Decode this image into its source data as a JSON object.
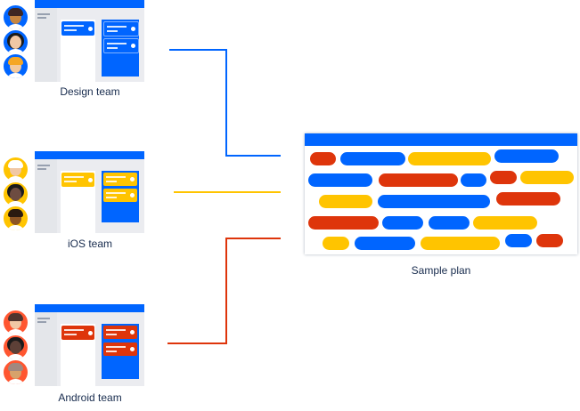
{
  "colors": {
    "blue": "#0065ff",
    "yellow": "#ffc400",
    "red": "#de350b",
    "board_bg": "#ebecf0",
    "text": "#172b4d"
  },
  "teams": [
    {
      "label": "Design team",
      "accent": "blue"
    },
    {
      "label": "iOS team",
      "accent": "yellow"
    },
    {
      "label": "Android team",
      "accent": "red"
    }
  ],
  "plan": {
    "label": "Sample plan"
  }
}
